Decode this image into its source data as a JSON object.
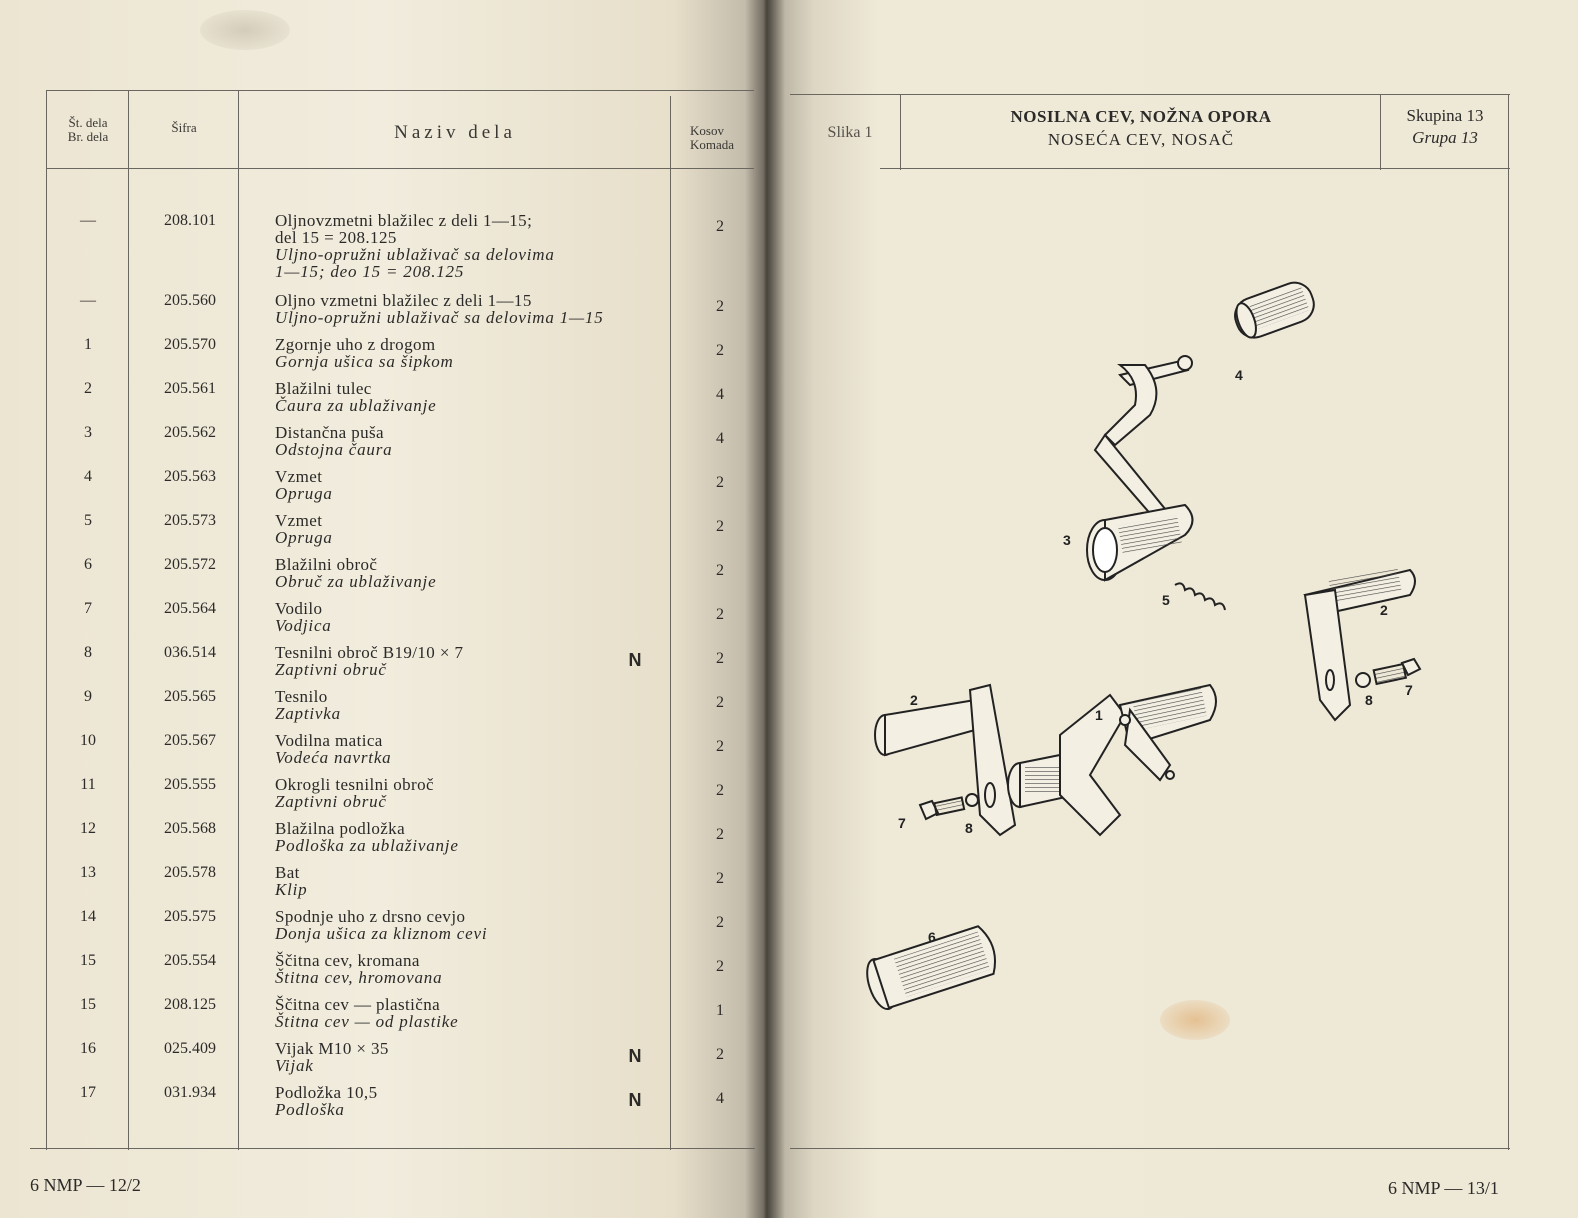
{
  "left_page": {
    "header": {
      "part_no_sl": "Št. dela",
      "part_no_hr": "Br. dela",
      "code": "Šifra",
      "name": "Naziv dela",
      "qty_sl": "Kosov",
      "qty_hr": "Komada"
    },
    "rows": [
      {
        "no": "—",
        "code": "208.101",
        "name_sl": "Oljnovzmetni blažilec z deli 1—15;",
        "name_sl2": "  del 15 = 208.125",
        "name_hr": "Uljno-opružni ublaživač sa delovima",
        "name_hr2": "  1—15; deo 15 = 208.125",
        "n": "",
        "qty": "2"
      },
      {
        "no": "—",
        "code": "205.560",
        "name_sl": "Oljno vzmetni blažilec z deli 1—15",
        "name_sl2": "",
        "name_hr": "Uljno-opružni ublaživač sa delovima 1—15",
        "name_hr2": "",
        "n": "",
        "qty": "2"
      },
      {
        "no": "1",
        "code": "205.570",
        "name_sl": "Zgornje uho z drogom",
        "name_sl2": "",
        "name_hr": "Gornja ušica sa šipkom",
        "name_hr2": "",
        "n": "",
        "qty": "2"
      },
      {
        "no": "2",
        "code": "205.561",
        "name_sl": "Blažilni tulec",
        "name_sl2": "",
        "name_hr": "Čaura za ublaživanje",
        "name_hr2": "",
        "n": "",
        "qty": "4"
      },
      {
        "no": "3",
        "code": "205.562",
        "name_sl": "Distančna puša",
        "name_sl2": "",
        "name_hr": "Odstojna čaura",
        "name_hr2": "",
        "n": "",
        "qty": "4"
      },
      {
        "no": "4",
        "code": "205.563",
        "name_sl": "Vzmet",
        "name_sl2": "",
        "name_hr": "Opruga",
        "name_hr2": "",
        "n": "",
        "qty": "2"
      },
      {
        "no": "5",
        "code": "205.573",
        "name_sl": "Vzmet",
        "name_sl2": "",
        "name_hr": "Opruga",
        "name_hr2": "",
        "n": "",
        "qty": "2"
      },
      {
        "no": "6",
        "code": "205.572",
        "name_sl": "Blažilni obroč",
        "name_sl2": "",
        "name_hr": "Obruč za ublaživanje",
        "name_hr2": "",
        "n": "",
        "qty": "2"
      },
      {
        "no": "7",
        "code": "205.564",
        "name_sl": "Vodilo",
        "name_sl2": "",
        "name_hr": "Vodjica",
        "name_hr2": "",
        "n": "",
        "qty": "2"
      },
      {
        "no": "8",
        "code": "036.514",
        "name_sl": "Tesnilni obroč B19/10 × 7",
        "name_sl2": "",
        "name_hr": "Zaptivni obruč",
        "name_hr2": "",
        "n": "N",
        "qty": "2"
      },
      {
        "no": "9",
        "code": "205.565",
        "name_sl": "Tesnilo",
        "name_sl2": "",
        "name_hr": "Zaptivka",
        "name_hr2": "",
        "n": "",
        "qty": "2"
      },
      {
        "no": "10",
        "code": "205.567",
        "name_sl": "Vodilna matica",
        "name_sl2": "",
        "name_hr": "Vodeća navrtka",
        "name_hr2": "",
        "n": "",
        "qty": "2"
      },
      {
        "no": "11",
        "code": "205.555",
        "name_sl": "Okrogli tesnilni obroč",
        "name_sl2": "",
        "name_hr": "Zaptivni obruč",
        "name_hr2": "",
        "n": "",
        "qty": "2"
      },
      {
        "no": "12",
        "code": "205.568",
        "name_sl": "Blažilna podložka",
        "name_sl2": "",
        "name_hr": "Podloška za ublaživanje",
        "name_hr2": "",
        "n": "",
        "qty": "2"
      },
      {
        "no": "13",
        "code": "205.578",
        "name_sl": "Bat",
        "name_sl2": "",
        "name_hr": "Klip",
        "name_hr2": "",
        "n": "",
        "qty": "2"
      },
      {
        "no": "14",
        "code": "205.575",
        "name_sl": "Spodnje uho z drsno cevjo",
        "name_sl2": "",
        "name_hr": "Donja ušica za kliznom cevi",
        "name_hr2": "",
        "n": "",
        "qty": "2"
      },
      {
        "no": "15",
        "code": "205.554",
        "name_sl": "Ščitna cev, kromana",
        "name_sl2": "",
        "name_hr": "Štitna cev, hromovana",
        "name_hr2": "",
        "n": "",
        "qty": "2"
      },
      {
        "no": "15",
        "code": "208.125",
        "name_sl": "Ščitna cev — plastična",
        "name_sl2": "",
        "name_hr": "Štitna cev — od plastike",
        "name_hr2": "",
        "n": "",
        "qty": "1"
      },
      {
        "no": "16",
        "code": "025.409",
        "name_sl": "Vijak M10 × 35",
        "name_sl2": "",
        "name_hr": "Vijak",
        "name_hr2": "",
        "n": "N",
        "qty": "2"
      },
      {
        "no": "17",
        "code": "031.934",
        "name_sl": "Podložka 10,5",
        "name_sl2": "",
        "name_hr": "Podloška",
        "name_hr2": "",
        "n": "N",
        "qty": "4"
      }
    ],
    "footer": "6 NMP — 12/2"
  },
  "right_page": {
    "figure_label": "Slika 1",
    "title_sl": "NOSILNA CEV, NOŽNA OPORA",
    "title_hr": "NOSEĆA CEV, NOSAČ",
    "group_sl": "Skupina 13",
    "group_hr": "Grupa 13",
    "callouts": [
      "1",
      "2",
      "2",
      "3",
      "4",
      "5",
      "6",
      "7",
      "7",
      "8",
      "8"
    ],
    "footer": "6 NMP — 13/1"
  },
  "colors": {
    "paper": "#efe9d8",
    "ink": "#2b2a28",
    "rule": "#6a6660"
  }
}
